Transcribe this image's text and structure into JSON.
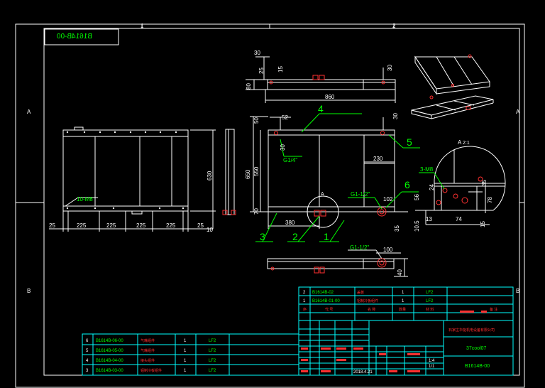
{
  "drawing": {
    "mirrored_code": "B1614B-00",
    "frame_zones": {
      "top": [
        "1",
        "2"
      ],
      "left": [
        "A",
        "B"
      ],
      "right": [
        "A",
        "B"
      ]
    },
    "front_view": {
      "dims_bottom": [
        "25",
        "225",
        "225",
        "225",
        "225",
        "25"
      ],
      "dim_height": "630",
      "dim_right_small": "10",
      "thread_label": "10-M8"
    },
    "top_view": {
      "dims": [
        "30",
        "25",
        "15",
        "80",
        "30",
        "860"
      ]
    },
    "main_view": {
      "dims_left": [
        "50",
        "650",
        "550",
        "70"
      ],
      "dims_top": [
        "52",
        "30",
        "30"
      ],
      "dim_230": "230",
      "dim_380": "380",
      "dim_102": "102",
      "dim_35": "35",
      "port_top": "G1/4\"",
      "port_right": "G1-1/2\"",
      "balloons": [
        "4",
        "5",
        "6",
        "3",
        "2",
        "1"
      ],
      "detail_mark": "A"
    },
    "bottom_view": {
      "port": "G1-1/2\"",
      "dims": [
        "100",
        "40"
      ]
    },
    "detail_view": {
      "title": "A",
      "scale": "2:1",
      "thread": "3-M8",
      "dims": [
        "24",
        "56",
        "10.5",
        "13",
        "74",
        "78",
        "15",
        "35"
      ]
    },
    "parts_list_upper": [
      {
        "no": "2",
        "code": "B1614B-02",
        "name": "盖板",
        "qty": "1",
        "mat": "LF2"
      },
      {
        "no": "1",
        "code": "B1614B-01-00",
        "name": "铝制冷板组件",
        "qty": "1",
        "mat": "LF2"
      }
    ],
    "parts_list_lower": [
      {
        "no": "6",
        "code": "B1614B-06-00",
        "name": "气嘴组件",
        "qty": "1",
        "mat": "LF2"
      },
      {
        "no": "5",
        "code": "B1614B-05-00",
        "name": "气嘴组件",
        "qty": "1",
        "mat": "LF2"
      },
      {
        "no": "4",
        "code": "B1614B-04-00",
        "name": "接头组件",
        "qty": "1",
        "mat": "LF2"
      },
      {
        "no": "3",
        "code": "B1614B-03-00",
        "name": "铝制冷板组件",
        "qty": "1",
        "mat": "LF2"
      }
    ],
    "title_block": {
      "company": "石家庄华能机电设备有限公司",
      "product": "37cool07",
      "code": "B1614B-00",
      "header_cells": [
        "序",
        "代 号",
        "名 称",
        "数量",
        "材 料",
        "备 注"
      ],
      "scale": "1:4",
      "date": "2018.4.21",
      "sheet": "1/1"
    },
    "colors": {
      "frame": "#ffffff",
      "table": "#00ffff",
      "text_green": "#00ff00",
      "text_red": "#ff3030",
      "dim": "#ffffff",
      "part": "#ffffff",
      "hole": "#ff3030"
    }
  }
}
